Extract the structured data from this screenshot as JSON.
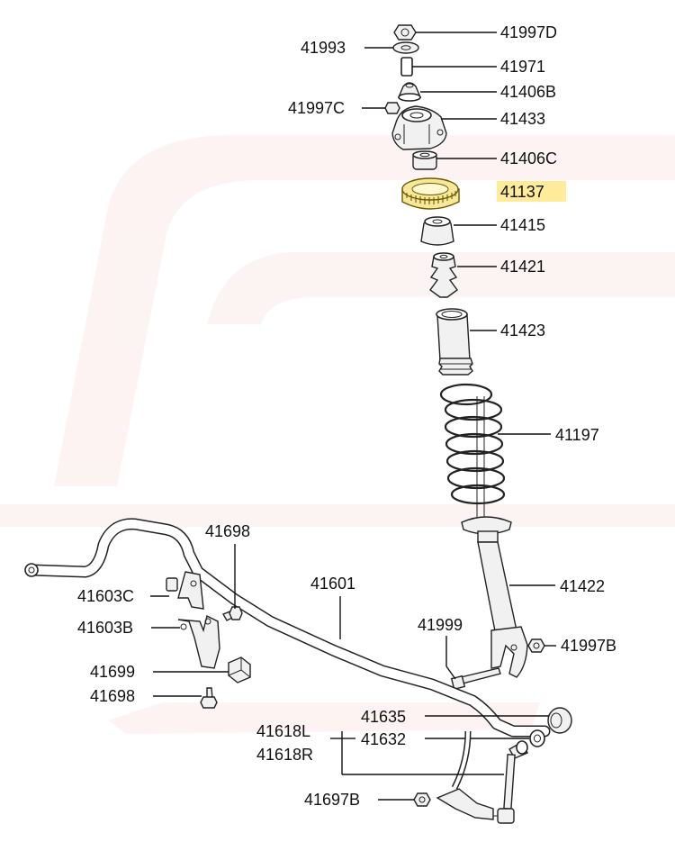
{
  "highlight_color": "#ffeb99",
  "accent_color": "#c9a800",
  "labels": {
    "p41997D": "41997D",
    "p41993": "41993",
    "p41971": "41971",
    "p41406B": "41406B",
    "p41997C": "41997C",
    "p41433": "41433",
    "p41406C": "41406C",
    "p41137": "41137",
    "p41415": "41415",
    "p41421": "41421",
    "p41423": "41423",
    "p41197": "41197",
    "p41422": "41422",
    "p41698a": "41698",
    "p41603C": "41603C",
    "p41603B": "41603B",
    "p41699": "41699",
    "p41698b": "41698",
    "p41601": "41601",
    "p41999": "41999",
    "p41997B": "41997B",
    "p41635": "41635",
    "p41618L": "41618L",
    "p41632": "41632",
    "p41618R": "41618R",
    "p41697B": "41697B"
  }
}
